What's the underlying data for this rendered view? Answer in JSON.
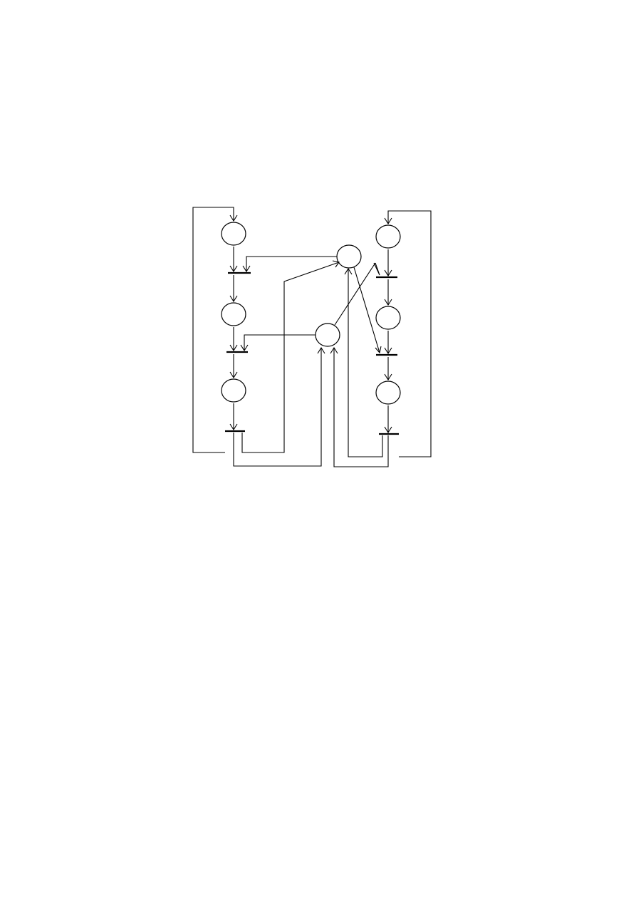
{
  "diagram": {
    "kind": "petri-net",
    "colors": {
      "stroke": "#000000",
      "background": "#ffffff"
    },
    "places": [
      {
        "id": "p_left_1"
      },
      {
        "id": "p_left_2"
      },
      {
        "id": "p_left_3"
      },
      {
        "id": "p_right_1"
      },
      {
        "id": "p_right_2"
      },
      {
        "id": "p_right_3"
      },
      {
        "id": "p_shared_top"
      },
      {
        "id": "p_shared_bottom"
      }
    ],
    "transitions": [
      {
        "id": "t_left_1"
      },
      {
        "id": "t_left_2"
      },
      {
        "id": "t_left_3"
      },
      {
        "id": "t_right_1"
      },
      {
        "id": "t_right_2"
      },
      {
        "id": "t_right_3"
      }
    ],
    "arcs": [
      {
        "from": "t_left_3",
        "to": "p_left_1"
      },
      {
        "from": "p_left_1",
        "to": "t_left_1"
      },
      {
        "from": "t_left_1",
        "to": "p_left_2"
      },
      {
        "from": "p_left_2",
        "to": "t_left_2"
      },
      {
        "from": "t_left_2",
        "to": "p_left_3"
      },
      {
        "from": "p_left_3",
        "to": "t_left_3"
      },
      {
        "from": "t_right_3",
        "to": "p_right_1"
      },
      {
        "from": "p_right_1",
        "to": "t_right_1"
      },
      {
        "from": "t_right_1",
        "to": "p_right_2"
      },
      {
        "from": "p_right_2",
        "to": "t_right_2"
      },
      {
        "from": "t_right_2",
        "to": "p_right_3"
      },
      {
        "from": "p_right_3",
        "to": "t_right_3"
      },
      {
        "from": "p_shared_top",
        "to": "t_left_1"
      },
      {
        "from": "p_shared_bottom",
        "to": "t_left_2"
      },
      {
        "from": "t_left_3",
        "to": "p_shared_top"
      },
      {
        "from": "t_left_3",
        "to": "p_shared_bottom"
      },
      {
        "from": "p_shared_top",
        "to": "t_right_2"
      },
      {
        "from": "p_shared_bottom",
        "to": "t_right_1"
      },
      {
        "from": "t_right_3",
        "to": "p_shared_top"
      },
      {
        "from": "t_right_3",
        "to": "p_shared_bottom"
      }
    ]
  }
}
